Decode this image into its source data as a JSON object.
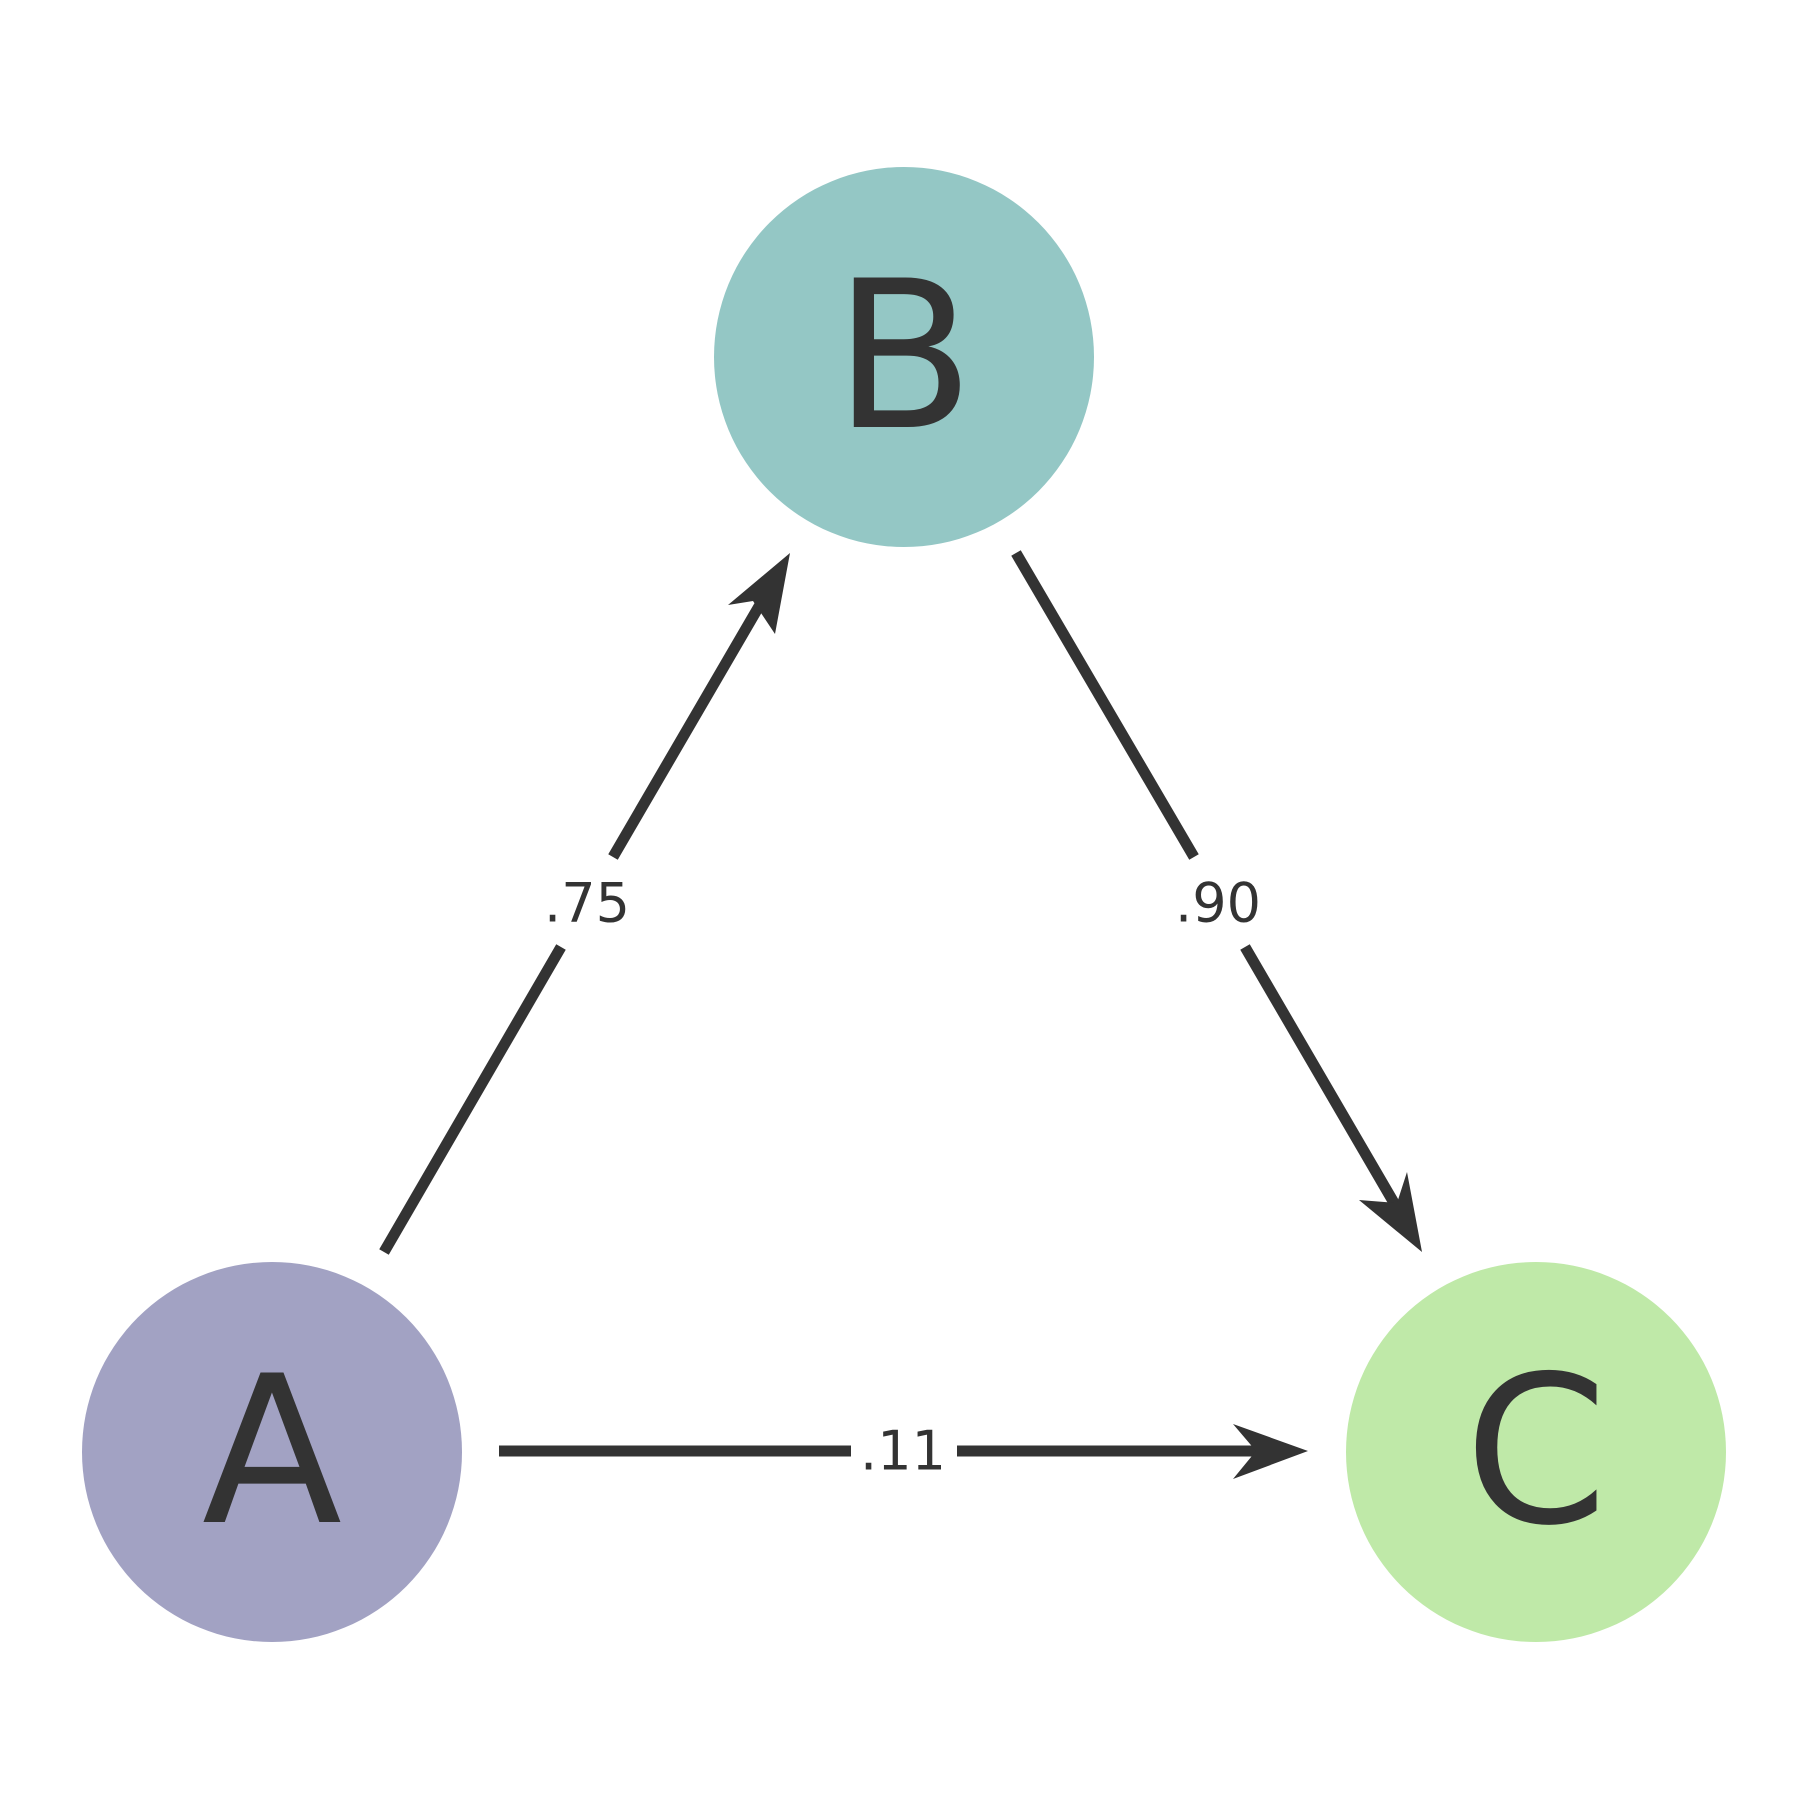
{
  "nodes": {
    "a": {
      "label": "A",
      "color": "#a2a2c3"
    },
    "b": {
      "label": "B",
      "color": "#94c7c5"
    },
    "c": {
      "label": "C",
      "color": "#bfe9a8"
    }
  },
  "edges": {
    "a_to_b": {
      "from": "A",
      "to": "B",
      "weight": ".75"
    },
    "b_to_c": {
      "from": "B",
      "to": "C",
      "weight": ".90"
    },
    "a_to_c": {
      "from": "A",
      "to": "C",
      "weight": ".11"
    }
  },
  "colors": {
    "edge": "#333333",
    "label": "#333333",
    "background": "#ffffff"
  }
}
